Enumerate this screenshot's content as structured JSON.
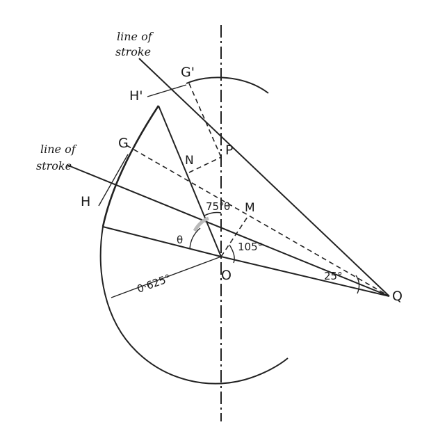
{
  "labels": {
    "line_of_stroke_top_1": "line of",
    "line_of_stroke_top_2": "stroke",
    "line_of_stroke_left_1": "line of",
    "line_of_stroke_left_2": "stroke",
    "g_prime": "G'",
    "h_prime": "H'",
    "g": "G",
    "h": "H",
    "p": "P",
    "n": "N",
    "m": "M",
    "o": "O",
    "q": "Q",
    "angle_75": "75°",
    "theta_upper": "θ",
    "theta_lower": "θ",
    "angle_105": "105°",
    "angle_25": "25°",
    "radius": "0·625°"
  }
}
